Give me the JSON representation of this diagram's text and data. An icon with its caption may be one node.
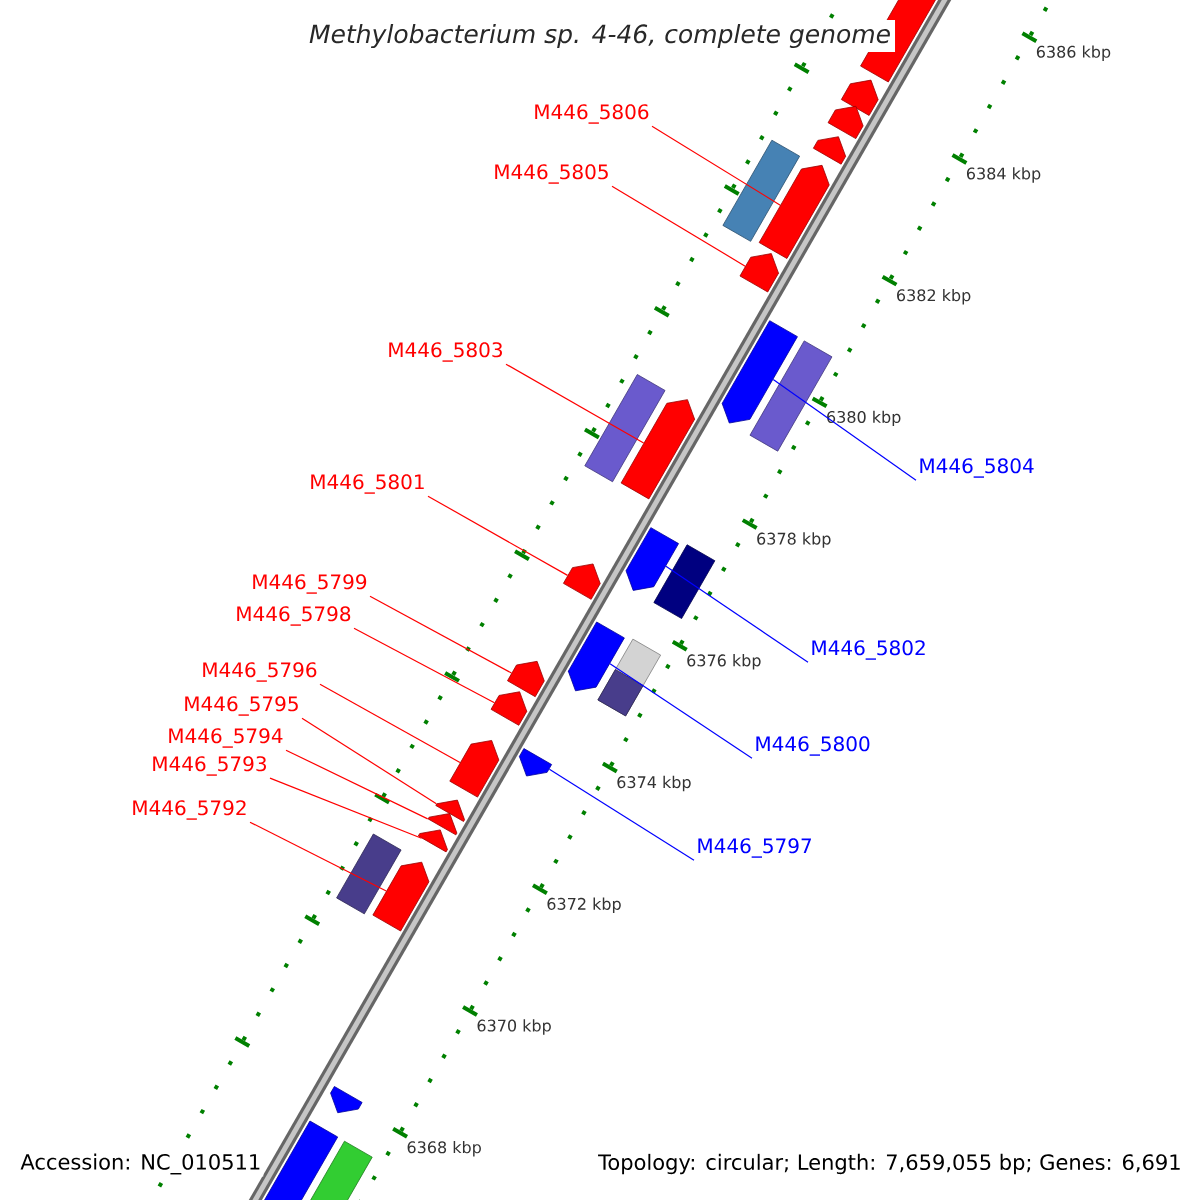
{
  "diagram": {
    "title": "Methylobacterium sp. 4-46, complete genome",
    "nodes": [
      {
        "text": [
          "M446_5806"
        ]
      },
      {
        "text": [
          "M446_5805"
        ]
      },
      {
        "text": [
          "M446_5803"
        ]
      },
      {
        "text": [
          "M446_5804"
        ]
      },
      {
        "text": [
          "M446_5801"
        ]
      },
      {
        "text": [
          "M446_5799"
        ]
      },
      {
        "text": [
          "M446_5798"
        ]
      },
      {
        "text": [
          "M446_5802"
        ]
      },
      {
        "text": [
          "M446_5796"
        ]
      },
      {
        "text": [
          "M446_5795"
        ]
      },
      {
        "text": [
          "M446_5794"
        ]
      },
      {
        "text": [
          "M446_5800"
        ]
      },
      {
        "text": [
          "M446_5793"
        ]
      },
      {
        "text": [
          "M446_5792"
        ]
      },
      {
        "text": [
          "M446_5797"
        ]
      },
      {
        "text": [],
        "shape": "pentagon"
      },
      {
        "text": [],
        "shape": "pentagon"
      },
      {
        "text": [],
        "shape": "pentagon"
      },
      {
        "text": [],
        "shape": "pentagon"
      },
      {
        "text": [],
        "shape": "box"
      },
      {
        "text": [],
        "shape": "pentagon"
      },
      {
        "text": [],
        "shape": "pentagon"
      },
      {
        "text": [],
        "shape": "pentagon"
      },
      {
        "text": [],
        "shape": "box"
      },
      {
        "text": [],
        "shape": "box"
      },
      {
        "text": [],
        "shape": "pentagon"
      },
      {
        "text": [],
        "shape": "pentagon"
      },
      {
        "text": [],
        "shape": "box"
      },
      {
        "text": [],
        "shape": "pentagon"
      },
      {
        "text": [],
        "shape": "pentagon"
      },
      {
        "text": [],
        "shape": "box"
      },
      {
        "text": [],
        "shape": "pentagon"
      },
      {
        "text": [],
        "shape": "pentagon"
      },
      {
        "text": [],
        "shape": "pentagon"
      },
      {
        "text": [],
        "shape": "pentagon"
      },
      {
        "text": [],
        "shape": "pentagon"
      },
      {
        "text": [],
        "shape": "pentagon"
      },
      {
        "text": [],
        "shape": "pentagon"
      },
      {
        "text": [],
        "shape": "box"
      },
      {
        "text": [],
        "shape": "pentagon"
      },
      {
        "text": [],
        "shape": "pentagon"
      },
      {
        "text": [],
        "shape": "pentagon"
      },
      {
        "text": [],
        "shape": "box"
      }
    ],
    "edges": [
      {
        "from": 0,
        "to": 20,
        "arrow": "none"
      },
      {
        "from": 1,
        "to": 21,
        "arrow": "none"
      },
      {
        "from": 2,
        "to": 25,
        "arrow": "none"
      },
      {
        "from": 3,
        "to": 22,
        "arrow": "none",
        "color": "#0000ff"
      },
      {
        "from": 4,
        "to": 28,
        "arrow": "none"
      },
      {
        "from": 5,
        "to": 31,
        "arrow": "none"
      },
      {
        "from": 6,
        "to": 32,
        "arrow": "none"
      },
      {
        "from": 7,
        "to": 26,
        "arrow": "none",
        "color": "#0000ff"
      },
      {
        "from": 8,
        "to": 34,
        "arrow": "none"
      },
      {
        "from": 9,
        "to": 35,
        "arrow": "none"
      },
      {
        "from": 10,
        "to": 36,
        "arrow": "none"
      },
      {
        "from": 11,
        "to": 29,
        "arrow": "none",
        "color": "#0000ff"
      },
      {
        "from": 12,
        "to": 37,
        "arrow": "none"
      },
      {
        "from": 13,
        "to": 39,
        "arrow": "none"
      },
      {
        "from": 14,
        "to": 33,
        "arrow": "none",
        "color": "#0000ff"
      }
    ],
    "labels": [
      "6386 kbp",
      "6384 kbp",
      "6382 kbp",
      "6380 kbp",
      "6378 kbp",
      "6376 kbp",
      "6374 kbp",
      "6372 kbp",
      "6370 kbp",
      "6368 kbp",
      "Accession: NC_010511",
      "Topology: circular; Length: 7,659,055 bp; Genes: 6,691"
    ]
  }
}
